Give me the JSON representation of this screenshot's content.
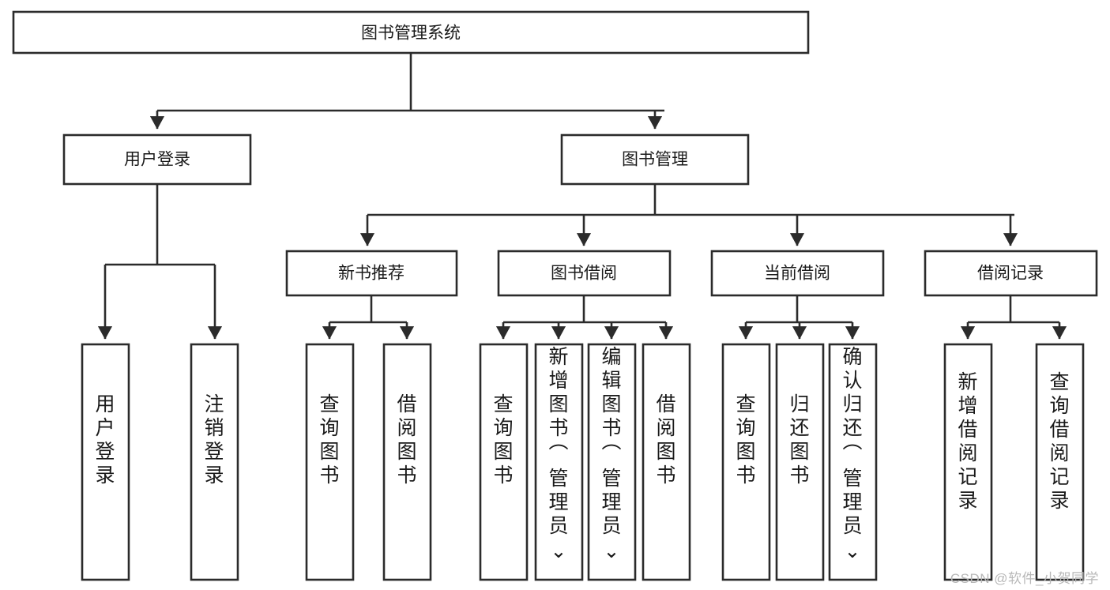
{
  "diagram": {
    "title": "图书管理系统",
    "type": "tree-hierarchy",
    "root": {
      "label": "图书管理系统"
    },
    "level2": [
      {
        "label": "用户登录"
      },
      {
        "label": "图书管理"
      }
    ],
    "level3": [
      {
        "label": "新书推荐"
      },
      {
        "label": "图书借阅"
      },
      {
        "label": "当前借阅"
      },
      {
        "label": "借阅记录"
      }
    ],
    "leaves": {
      "user_login": [
        {
          "label": "用户登录"
        },
        {
          "label": "注销登录"
        }
      ],
      "new_book_recommend": [
        {
          "label": "查询图书"
        },
        {
          "label": "借阅图书"
        }
      ],
      "book_borrow": [
        {
          "label": "查询图书"
        },
        {
          "label": "新增图书（管理员）"
        },
        {
          "label": "编辑图书（管理员）"
        },
        {
          "label": "借阅图书"
        }
      ],
      "current_borrow": [
        {
          "label": "查询图书"
        },
        {
          "label": "归还图书"
        },
        {
          "label": "确认归还（管理员）"
        }
      ],
      "borrow_record": [
        {
          "label": "新增借阅记录"
        },
        {
          "label": "查询借阅记录"
        }
      ]
    }
  },
  "watermark": {
    "text": "CSDN @软件_小贺同学"
  },
  "colors": {
    "stroke": "#2b2b2b",
    "fill": "#ffffff",
    "text": "#1a1a1a",
    "watermark": "#b8b8b8"
  }
}
